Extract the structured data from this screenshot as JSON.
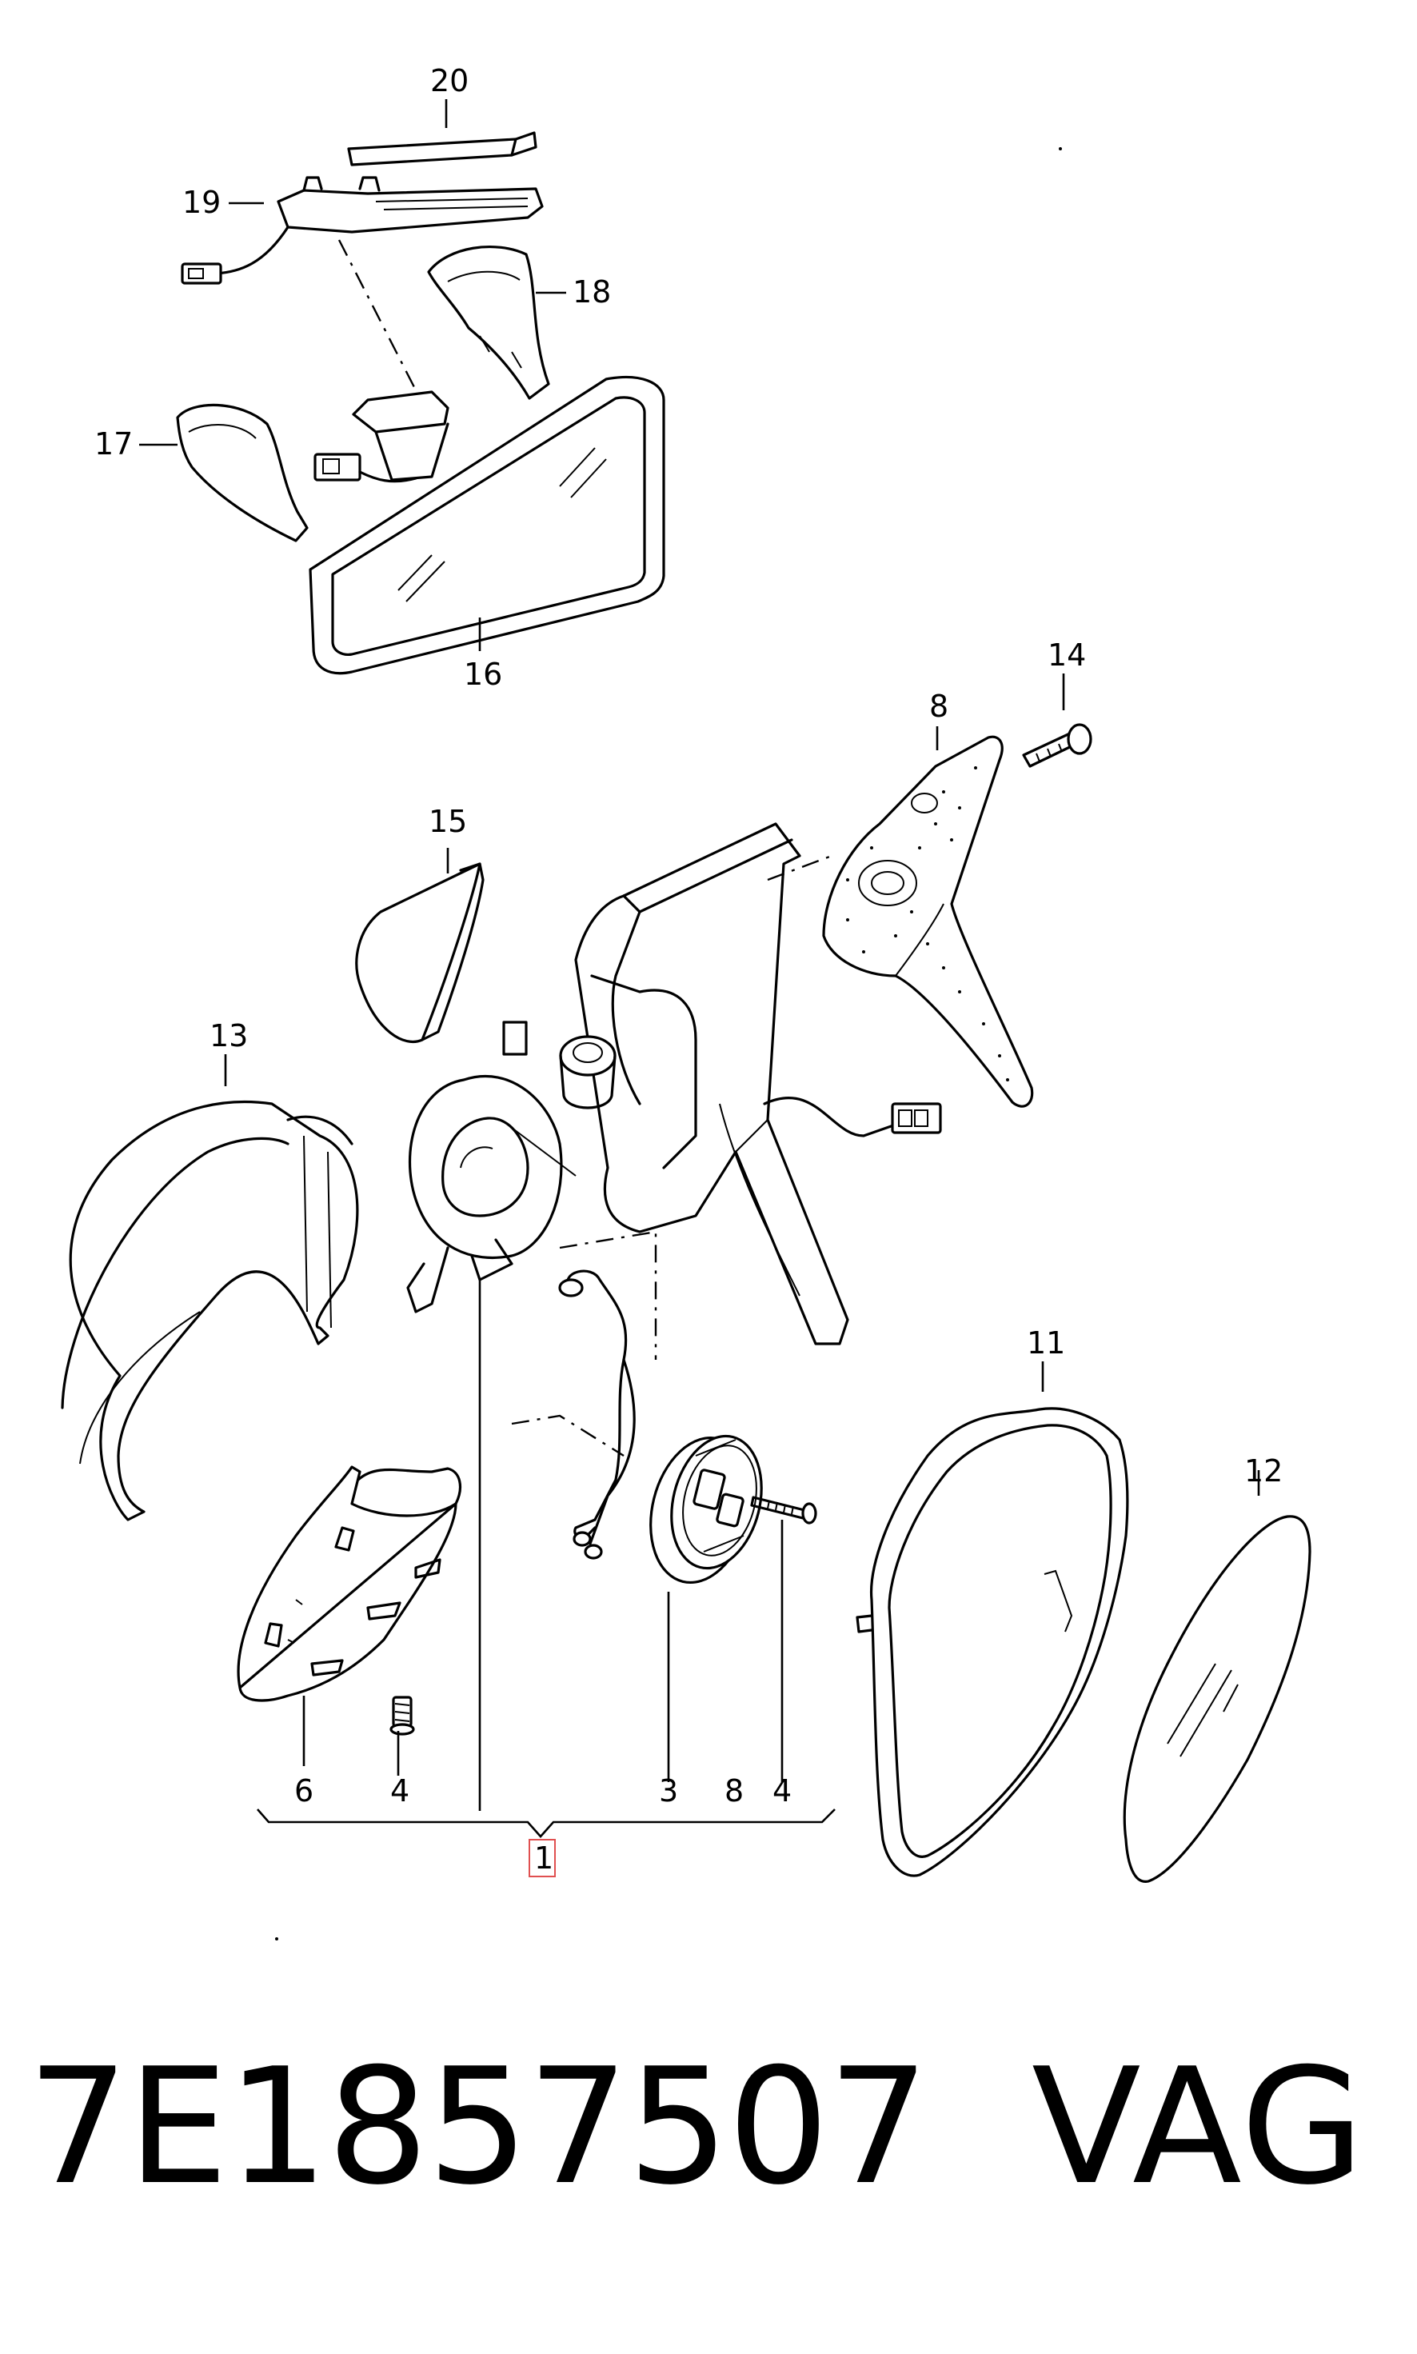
{
  "diagram": {
    "callouts": {
      "c20": "20",
      "c19": "19",
      "c18": "18",
      "c17": "17",
      "c16": "16",
      "c15": "15",
      "c14": "14",
      "c8_top": "8",
      "c13": "13",
      "c11": "11",
      "c12": "12",
      "c6": "6",
      "c4_left": "4",
      "c3": "3",
      "c8_bottom": "8",
      "c4_right": "4",
      "c1": "1"
    }
  },
  "footer": {
    "part_number": "7E1857507",
    "brand": "VAG"
  }
}
